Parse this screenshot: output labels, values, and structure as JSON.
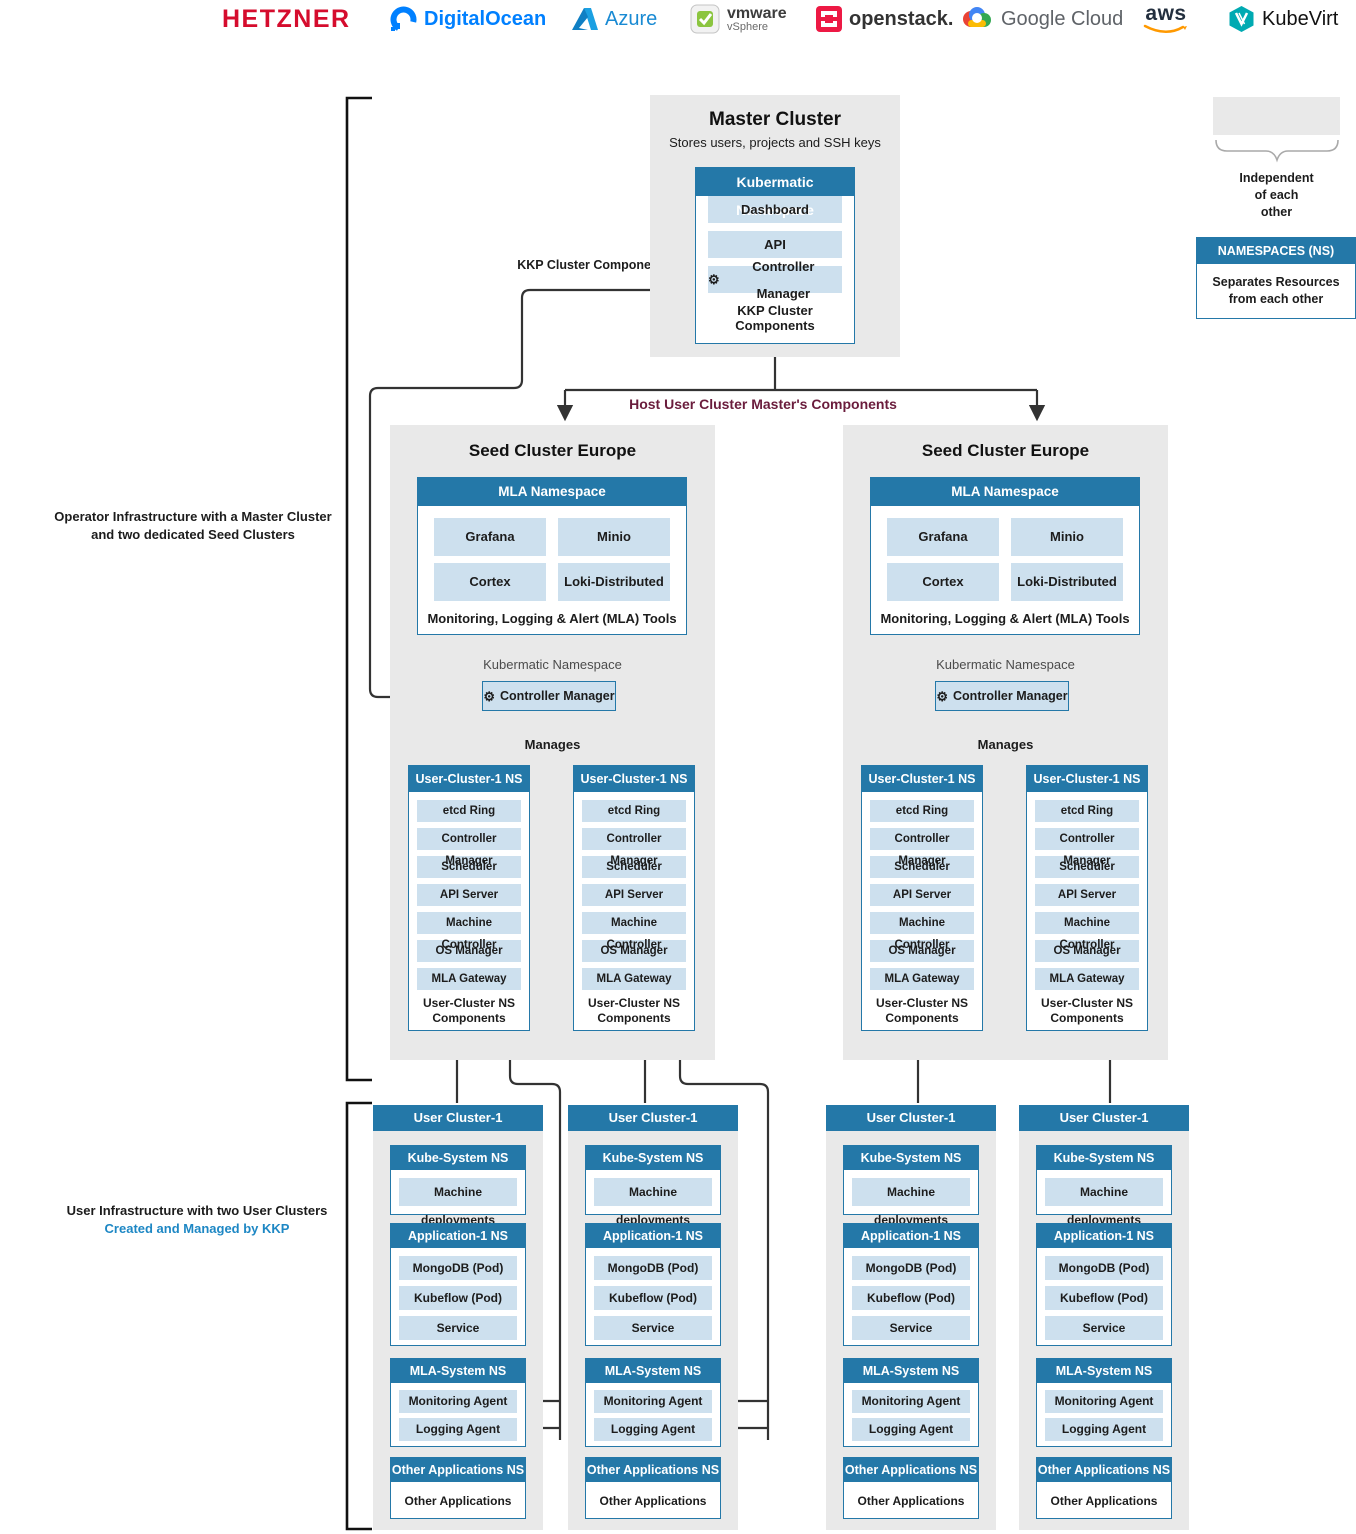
{
  "logos": {
    "hetzner": "HETZNER",
    "digitalocean": "DigitalOcean",
    "azure": "Azure",
    "vmware": "vmware",
    "vsphere": "vSphere",
    "openstack": "openstack.",
    "google_cloud": "Google Cloud",
    "aws": "aws",
    "kubevirt": "KubeVirt"
  },
  "labels": {
    "kkp_cluster_component": "KKP Cluster Component",
    "host_components": "Host User Cluster Master's Components",
    "operator_infra": "Operator Infrastructure with a Master Cluster\nand two dedicated Seed Clusters",
    "user_infra": "User Infrastructure with two User Clusters",
    "user_infra_sub": "Created and Managed by KKP"
  },
  "legend": {
    "independent": "Independent\nof each\nother",
    "namespaces_title": "NAMESPACES (NS)",
    "namespaces_body": "Separates Resources\nfrom each other"
  },
  "master": {
    "title": "Master Cluster",
    "subtitle": "Stores users, projects and SSH keys",
    "namespace_title": "Kubermatic Namespace",
    "item_dashboard": "Dashboard",
    "item_api": "API",
    "controller_manager": "Controller Manager",
    "footer": "KKP Cluster Components"
  },
  "seed": {
    "title": "Seed Cluster Europe",
    "mla_title": "MLA Namespace",
    "mla_items": [
      "Grafana",
      "Minio",
      "Cortex",
      "Loki-Distributed"
    ],
    "mla_footer": "Monitoring, Logging & Alert (MLA) Tools",
    "kubermatic_ns_label": "Kubermatic Namespace",
    "controller_manager": "Controller Manager",
    "manages": "Manages",
    "ns_title": "User-Cluster-1 NS",
    "ns_items": [
      "etcd Ring",
      "Controller Manager",
      "Scheduler",
      "API Server",
      "Machine Controller",
      "OS Manager",
      "MLA Gateway"
    ],
    "ns_footer": "User-Cluster NS\nComponents"
  },
  "user_cluster": {
    "title": "User Cluster-1",
    "kube_system_title": "Kube-System NS",
    "kube_system_items": [
      "Machine deployments"
    ],
    "application_title": "Application-1 NS",
    "application_items": [
      "MongoDB (Pod)",
      "Kubeflow (Pod)",
      "Service"
    ],
    "mla_system_title": "MLA-System NS",
    "mla_system_items": [
      "Monitoring Agent",
      "Logging Agent"
    ],
    "other_title": "Other Applications NS",
    "other_items": [
      "Other Applications"
    ]
  },
  "colors": {
    "accent_blue": "#2478a8",
    "item_light_blue": "#cde0ee",
    "panel_gray": "#e9e9e9",
    "line": "#333333",
    "host_label_maroon": "#6a1c3c",
    "kkp_blue_text": "#1d87c4",
    "hetzner_red": "#d50c2d",
    "digitalocean_blue": "#0080ff",
    "azure_blue": "#198ad3",
    "openstack_red": "#ed1944",
    "aws_orange": "#ff9900",
    "kubevirt_teal": "#00aab2"
  }
}
